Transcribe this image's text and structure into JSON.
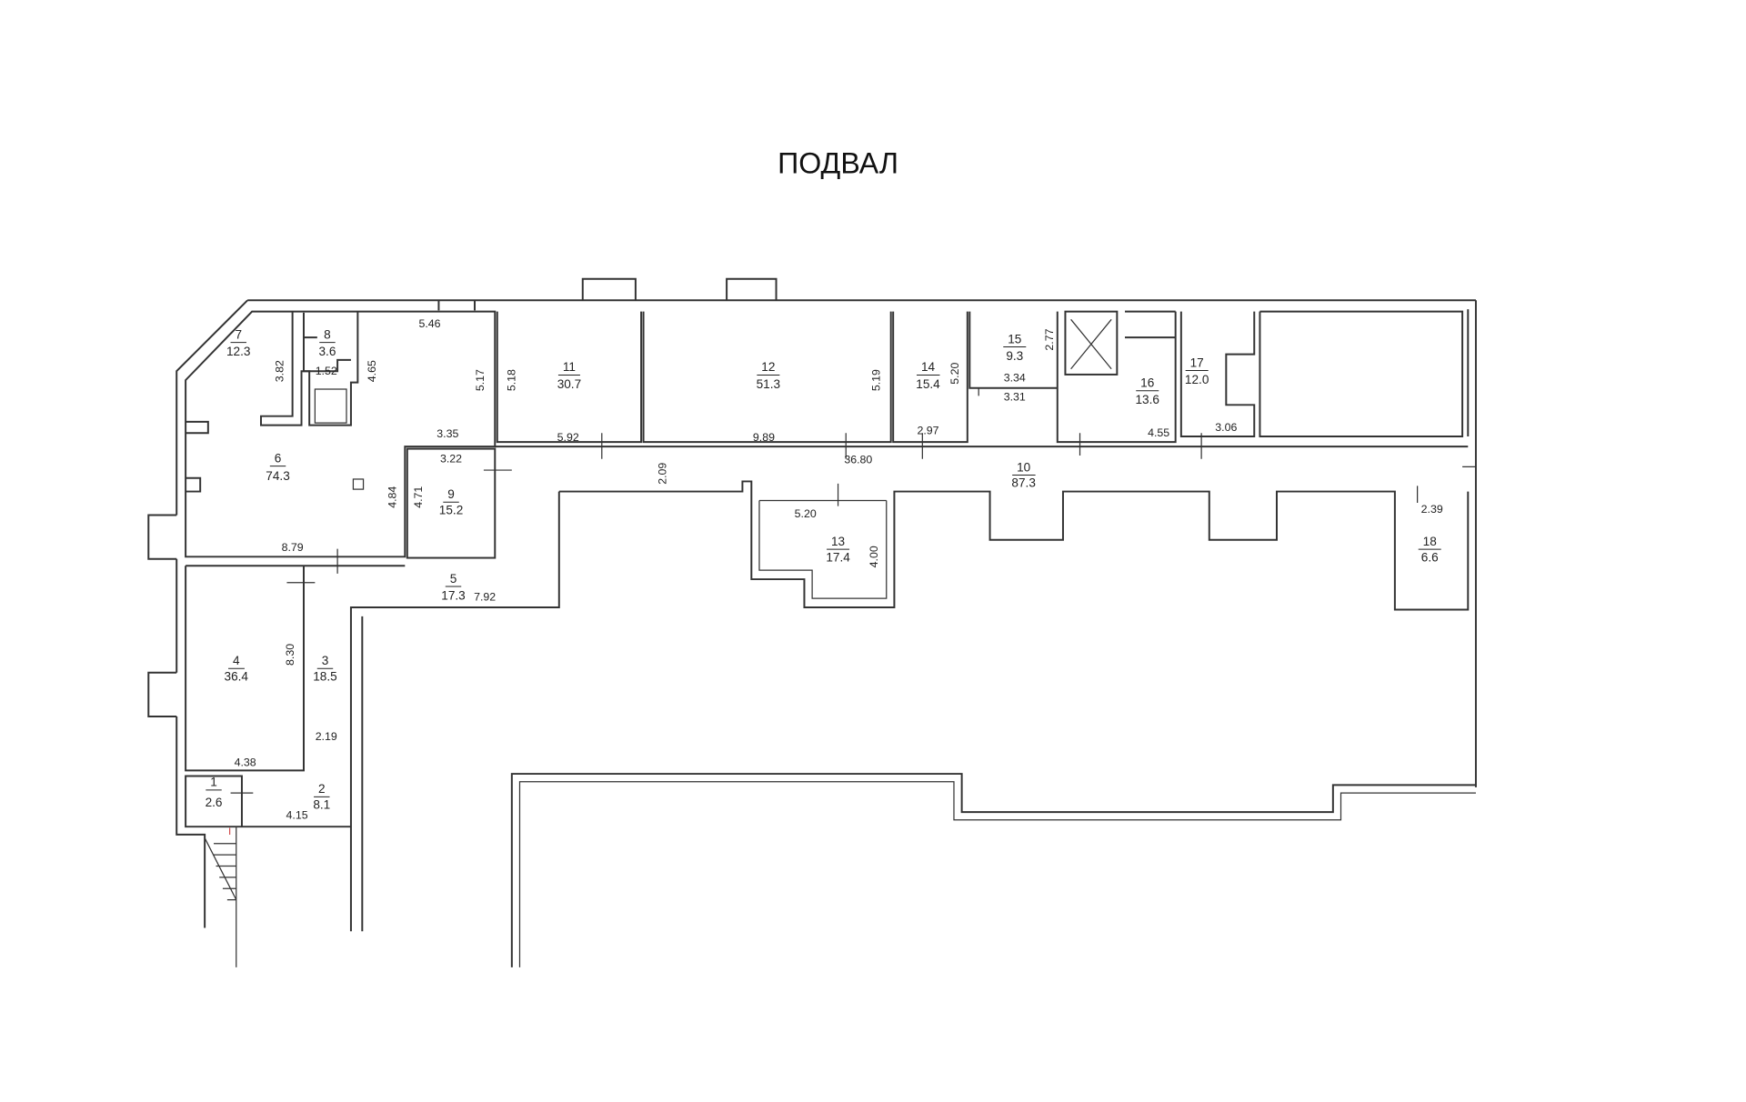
{
  "title": "ПОДВАЛ",
  "rooms": [
    {
      "number": "1",
      "area": "2.6"
    },
    {
      "number": "2",
      "area": "8.1"
    },
    {
      "number": "3",
      "area": "18.5"
    },
    {
      "number": "4",
      "area": "36.4"
    },
    {
      "number": "5",
      "area": "17.3"
    },
    {
      "number": "6",
      "area": "74.3"
    },
    {
      "number": "7",
      "area": "12.3"
    },
    {
      "number": "8",
      "area": "3.6"
    },
    {
      "number": "9",
      "area": "15.2"
    },
    {
      "number": "10",
      "area": "87.3"
    },
    {
      "number": "11",
      "area": "30.7"
    },
    {
      "number": "12",
      "area": "51.3"
    },
    {
      "number": "13",
      "area": "17.4"
    },
    {
      "number": "14",
      "area": "15.4"
    },
    {
      "number": "15",
      "area": "9.3"
    },
    {
      "number": "16",
      "area": "13.6"
    },
    {
      "number": "17",
      "area": "12.0"
    },
    {
      "number": "18",
      "area": "6.6"
    }
  ],
  "dimensions": [
    "5.46",
    "3.82",
    "1.52",
    "4.65",
    "5.17",
    "5.18",
    "3.35",
    "5.92",
    "9.89",
    "5.19",
    "5.20",
    "2.97",
    "2.77",
    "3.34",
    "3.31",
    "4.55",
    "3.06",
    "3.22",
    "2.09",
    "36.80",
    "4.84",
    "4.71",
    "5.20",
    "4.00",
    "2.39",
    "8.79",
    "7.92",
    "8.30",
    "2.19",
    "4.38",
    "4.15"
  ],
  "stair_mark": "I"
}
